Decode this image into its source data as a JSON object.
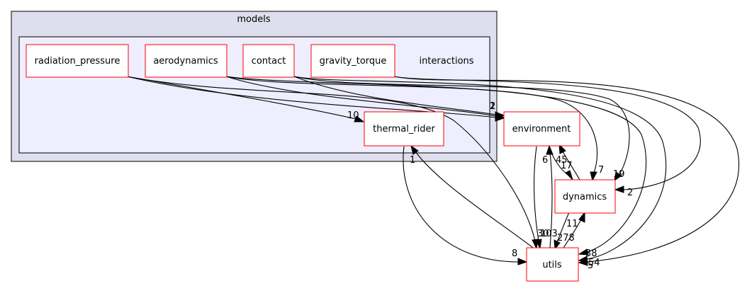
{
  "clusters": {
    "outer": {
      "label": "models",
      "fill": "#dedeee",
      "stroke": "#000000"
    },
    "inner": {
      "label": "interactions",
      "fill": "#eeeeff",
      "stroke": "#000000"
    }
  },
  "nodes": {
    "radiation_pressure": {
      "label": "radiation_pressure"
    },
    "aerodynamics": {
      "label": "aerodynamics"
    },
    "contact": {
      "label": "contact"
    },
    "gravity_torque": {
      "label": "gravity_torque"
    },
    "thermal_rider": {
      "label": "thermal_rider"
    },
    "environment": {
      "label": "environment"
    },
    "dynamics": {
      "label": "dynamics"
    },
    "utils": {
      "label": "utils"
    }
  },
  "node_style": {
    "stroke": "#ff0000",
    "fill": "#ffffff"
  },
  "edges": [
    {
      "id": "rp_thermal",
      "from": "radiation_pressure",
      "to": "thermal_rider",
      "label": "10"
    },
    {
      "id": "rp_environment",
      "from": "radiation_pressure",
      "to": "environment",
      "label": "2"
    },
    {
      "id": "rp_utils",
      "from": "radiation_pressure",
      "to": "utils",
      "label": "30"
    },
    {
      "id": "aero_environment",
      "from": "aerodynamics",
      "to": "environment",
      "label": "2"
    },
    {
      "id": "aero_dynamics",
      "from": "aerodynamics",
      "to": "dynamics",
      "label": "7"
    },
    {
      "id": "aero_utils",
      "from": "aerodynamics",
      "to": "utils",
      "label": "38"
    },
    {
      "id": "contact_environment",
      "from": "contact",
      "to": "environment",
      "label": "1"
    },
    {
      "id": "contact_dynamics",
      "from": "contact",
      "to": "dynamics",
      "label": "19"
    },
    {
      "id": "contact_utils",
      "from": "contact",
      "to": "utils",
      "label": "5"
    },
    {
      "id": "gt_dynamics",
      "from": "gravity_torque",
      "to": "dynamics",
      "label": "2"
    },
    {
      "id": "gt_utils",
      "from": "gravity_torque",
      "to": "utils",
      "label": "54"
    },
    {
      "id": "thermal_utils",
      "from": "thermal_rider",
      "to": "utils",
      "label": "8"
    },
    {
      "id": "utils_thermal",
      "from": "utils",
      "to": "thermal_rider",
      "label": "1"
    },
    {
      "id": "env_dynamics",
      "from": "environment",
      "to": "dynamics",
      "label": "17"
    },
    {
      "id": "env_utils",
      "from": "environment",
      "to": "utils",
      "label": "103"
    },
    {
      "id": "dyn_environment",
      "from": "dynamics",
      "to": "environment",
      "label": "45"
    },
    {
      "id": "dyn_utils",
      "from": "dynamics",
      "to": "utils",
      "label": "278"
    },
    {
      "id": "utils_environment",
      "from": "utils",
      "to": "environment",
      "label": "6"
    },
    {
      "id": "utils_dynamics",
      "from": "utils",
      "to": "dynamics",
      "label": "11"
    }
  ]
}
